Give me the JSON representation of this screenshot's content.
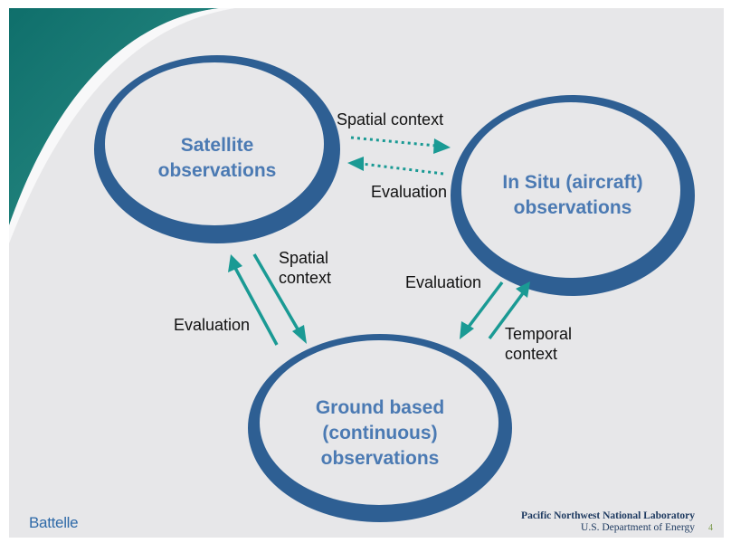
{
  "nodes": {
    "satellite": [
      "Satellite",
      "observations"
    ],
    "insitu": [
      "In Situ (aircraft)",
      "observations"
    ],
    "ground": [
      "Ground based",
      "(continuous)",
      "observations"
    ]
  },
  "edges": {
    "sat_to_insitu": "Spatial context",
    "insitu_to_sat": "Evaluation",
    "sat_to_ground": [
      "Spatial",
      "context"
    ],
    "ground_to_sat": "Evaluation",
    "insitu_to_ground": "Evaluation",
    "ground_to_insitu": [
      "Temporal",
      "context"
    ]
  },
  "footer": {
    "brand": "Battelle",
    "lab_name": "Pacific Northwest National Laboratory",
    "department": "U.S. Department of Energy",
    "page": "4"
  },
  "colors": {
    "ring": "#2e5f93",
    "node_text": "#4b7ab3",
    "arrow": "#1a9a94",
    "background": "#e7e7e9"
  }
}
